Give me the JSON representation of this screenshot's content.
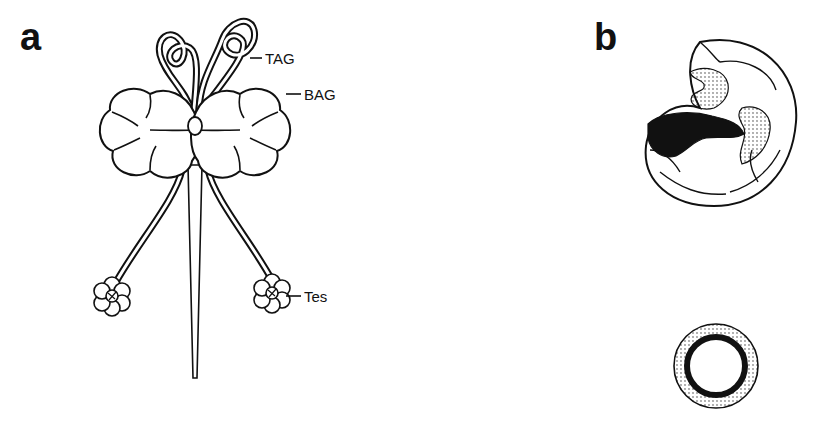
{
  "diagram": {
    "labels": [
      "a",
      "b",
      "TAG",
      "BAG",
      "Tes"
    ]
  }
}
